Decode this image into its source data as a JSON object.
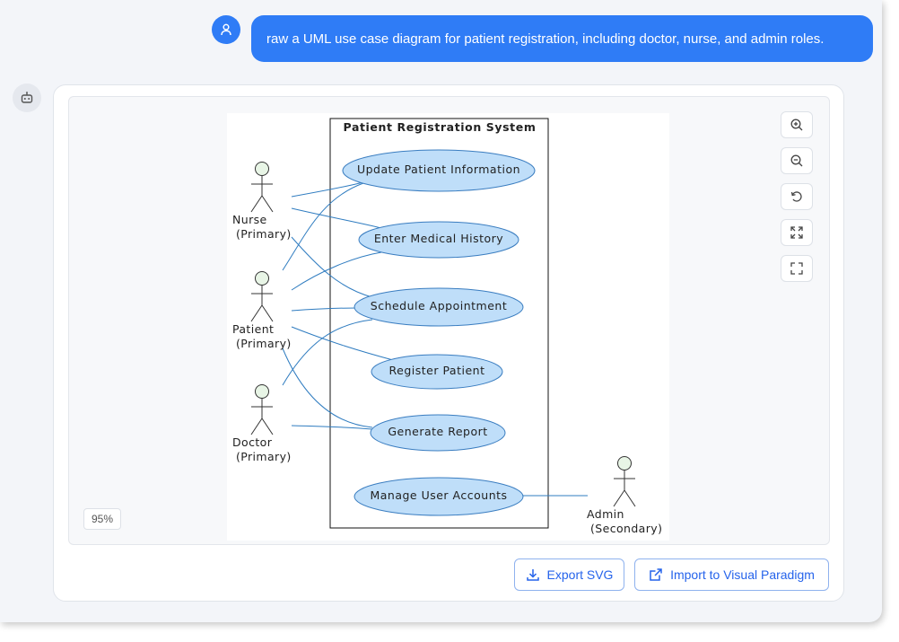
{
  "chat": {
    "user_message": "raw a UML use case diagram for patient registration, including doctor, nurse, and admin roles."
  },
  "diagram": {
    "system_title": "Patient Registration System",
    "actors": [
      {
        "name": "Nurse",
        "role": "(Primary)"
      },
      {
        "name": "Patient",
        "role": "(Primary)"
      },
      {
        "name": "Doctor",
        "role": "(Primary)"
      },
      {
        "name": "Admin",
        "role": "(Secondary)"
      }
    ],
    "use_cases": [
      {
        "label": "Update Patient Information"
      },
      {
        "label": "Enter Medical History"
      },
      {
        "label": "Schedule Appointment"
      },
      {
        "label": "Register Patient"
      },
      {
        "label": "Generate Report"
      },
      {
        "label": "Manage User Accounts"
      }
    ]
  },
  "viewer": {
    "zoom_level": "95%",
    "controls": [
      "zoom-in-icon",
      "zoom-out-icon",
      "reset-icon",
      "fit-icon",
      "fullscreen-icon"
    ]
  },
  "actions": {
    "export_label": "Export SVG",
    "import_label": "Import to Visual Paradigm"
  },
  "colors": {
    "accent": "#2f7cf6",
    "usecase_fill": "#bfdef9",
    "usecase_stroke": "#3a7dc0",
    "actor_head": "#e8f5e6",
    "link": "#2f7cc0"
  }
}
